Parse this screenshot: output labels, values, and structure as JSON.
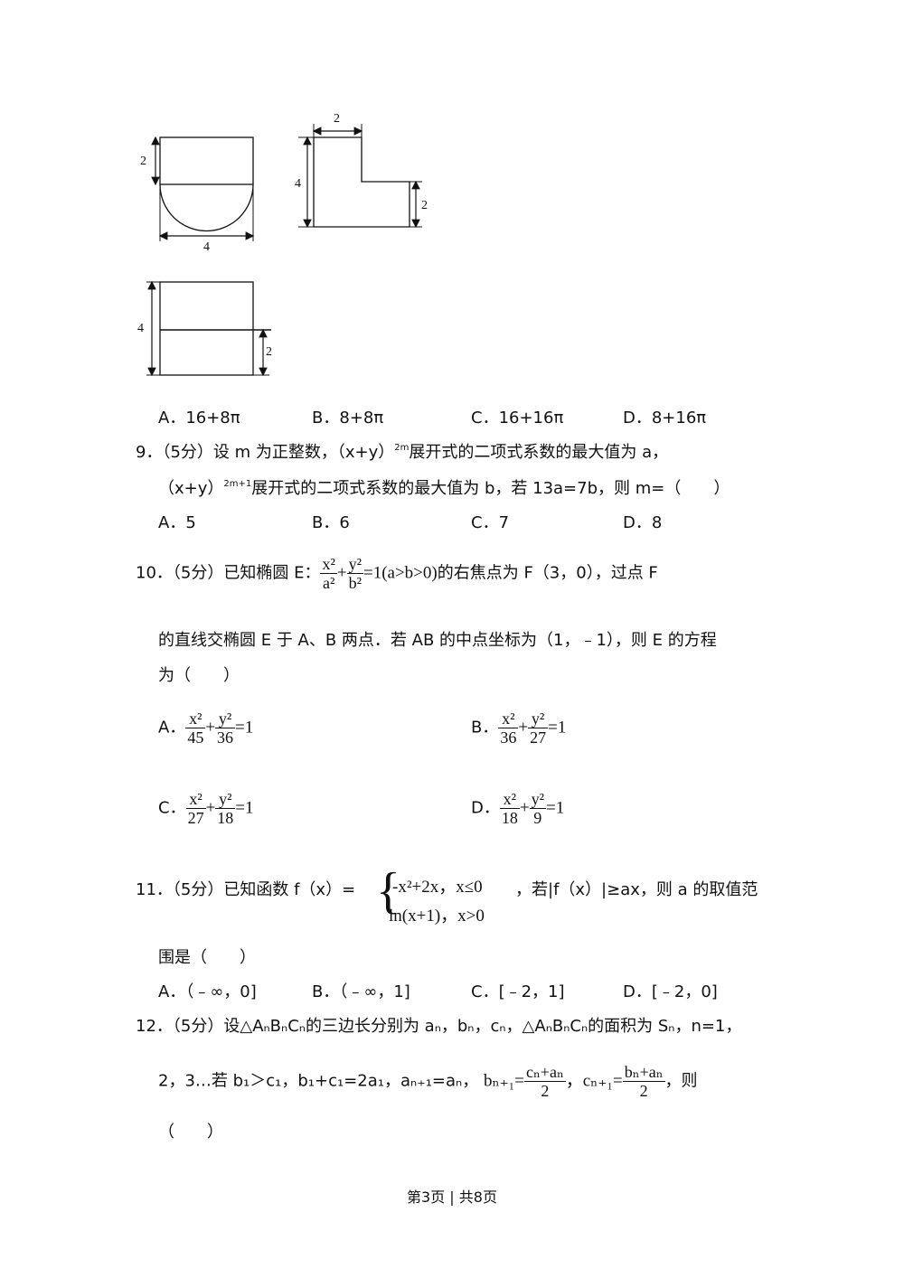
{
  "figures": {
    "front": {
      "height": "2",
      "width": "4"
    },
    "side": {
      "top": "2",
      "height": "4",
      "step": "2"
    },
    "top": {
      "height": "4",
      "step": "2"
    }
  },
  "q8": {
    "options": [
      "A．16+8π",
      "B．8+8π",
      "C．16+16π",
      "D．8+16π"
    ]
  },
  "q9": {
    "line1_a": "9．（5分）设 m 为正整数，（x+y）",
    "line1_exp": "2m",
    "line1_b": "展开式的二项式系数的最大值为 a，",
    "line2_a": "（x+y）",
    "line2_exp": "2m+1",
    "line2_b": "展开式的二项式系数的最大值为 b，若 13a=7b，则 m=（　　）",
    "options": [
      "A．5",
      "B．6",
      "C．7",
      "D．8"
    ]
  },
  "q10": {
    "prefix": "10．（5分）已知椭圆 E：",
    "eq_x_num": "x²",
    "eq_x_den": "a²",
    "eq_y_num": "y²",
    "eq_y_den": "b²",
    "eq_rest": "=1(a>b>0)",
    "suffix": "的右焦点为 F（3，0），过点 F",
    "line2": "的直线交椭圆 E 于 A、B 两点．若 AB 的中点坐标为（1，﹣1），则 E 的方程",
    "line3": "为（　　）",
    "options": [
      {
        "label": "A．",
        "xden": "45",
        "yden": "36"
      },
      {
        "label": "B．",
        "xden": "36",
        "yden": "27"
      },
      {
        "label": "C．",
        "xden": "27",
        "yden": "18"
      },
      {
        "label": "D．",
        "xden": "18",
        "yden": "9"
      }
    ],
    "x_num": "x²",
    "y_num": "y²",
    "plus": "+",
    "eq1": "=1"
  },
  "q11": {
    "prefix": "11．（5分）已知函数 f（x）=",
    "case1": "-x²+2x，x≤0",
    "case2": "ln(x+1)，x>0",
    "suffix": "，若|f（x）|≥ax，则 a 的取值范",
    "line2": "围是（　　）",
    "options": [
      "A．（﹣∞，0]",
      "B．（﹣∞，1]",
      "C．[﹣2，1]",
      "D．[﹣2，0]"
    ]
  },
  "q12": {
    "line1": "12．（5分）设△AₙBₙCₙ的三边长分别为 aₙ，bₙ，cₙ，△AₙBₙCₙ的面积为 Sₙ，n=1，",
    "line2_a": "2，3…若 b₁＞c₁，b₁+c₁=2a₁，aₙ₊₁=aₙ，",
    "b_lhs": "bₙ₊₁=",
    "b_num": "cₙ+aₙ",
    "b_den": "2",
    "c_lhs": "，cₙ₊₁=",
    "c_num": "bₙ+aₙ",
    "c_den": "2",
    "tail": "，则",
    "line3": "（　　）"
  },
  "footer": "第3页 | 共8页"
}
